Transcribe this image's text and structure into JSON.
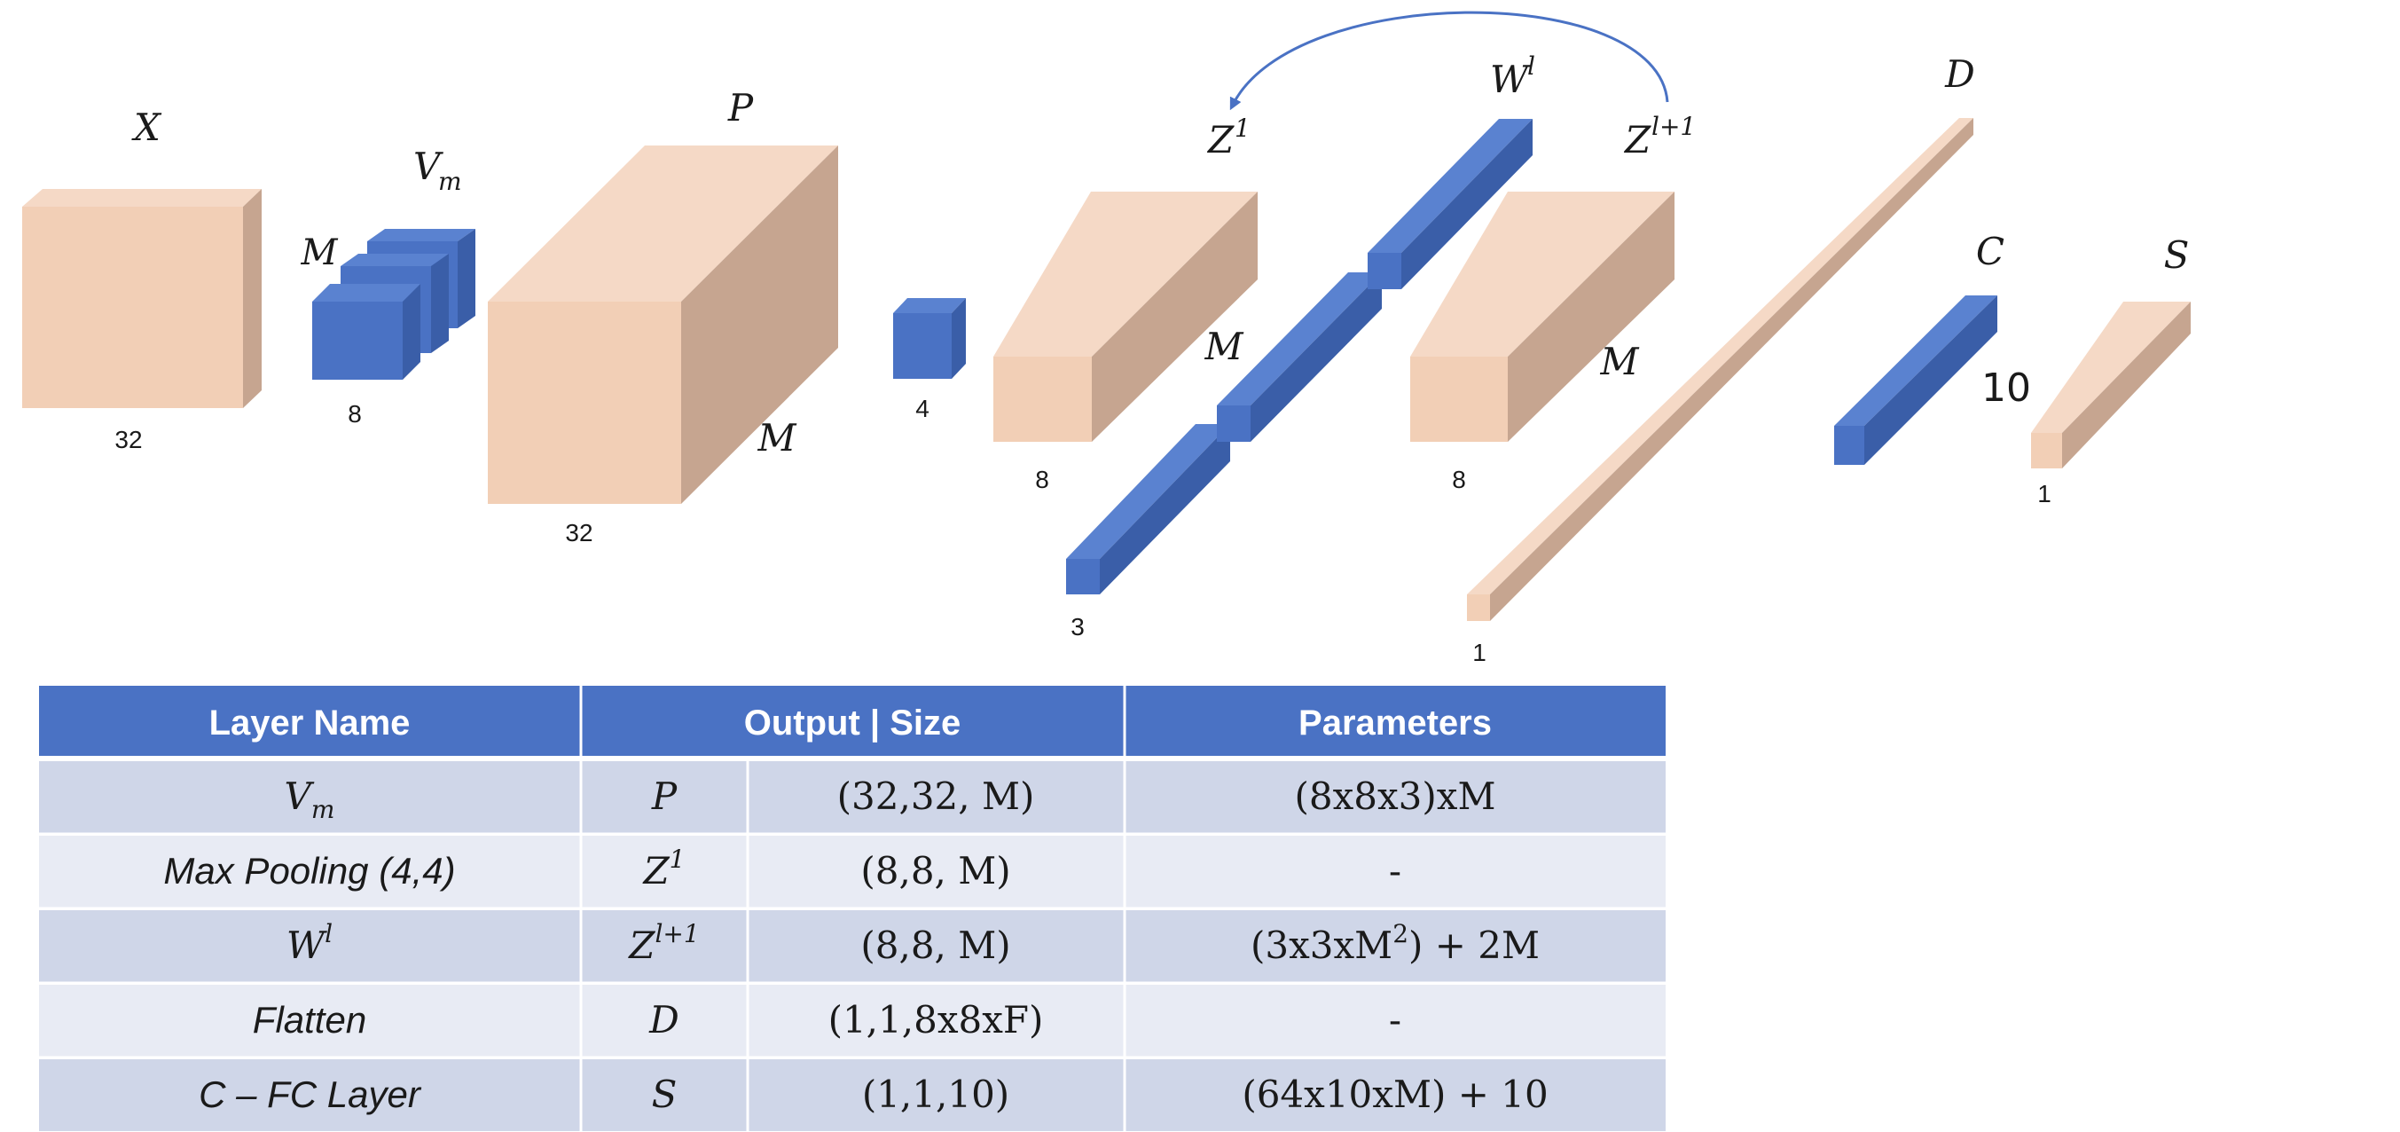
{
  "colors": {
    "peach_front": "#f2cfb6",
    "peach_top": "#f5d9c6",
    "peach_side": "#c6a590",
    "blue_front": "#4a72c4",
    "blue_top": "#5a82d0",
    "blue_side": "#3a5ea8",
    "header_fill": "#4a72c4",
    "row_dark": "#cfd6e8",
    "row_light": "#e8ebf4",
    "arrow": "#4a72c4"
  },
  "diagram": {
    "x_block": {
      "label": "X",
      "size_label": "32"
    },
    "vm_filters": {
      "label": "V",
      "label_sub": "m",
      "depth_label": "M",
      "size_label": "8"
    },
    "p_block": {
      "label": "P",
      "depth_label": "M",
      "size_label": "32"
    },
    "pool_kernel": {
      "size_label": "4"
    },
    "z1_block": {
      "label": "Z",
      "label_sup": "1",
      "depth_label": "M",
      "size_label": "8"
    },
    "wl_kernel": {
      "label": "W",
      "label_sup": "l",
      "size_label": "3"
    },
    "zl1_block": {
      "label": "Z",
      "label_sup": "l+1",
      "depth_label": "M",
      "size_label": "8"
    },
    "d_vector": {
      "label": "D",
      "size_label": "1"
    },
    "c_vector": {
      "label": "C",
      "size_label": "10"
    },
    "s_vector": {
      "label": "S",
      "size_label": "1"
    }
  },
  "table": {
    "headers": [
      "Layer Name",
      "Output | Size",
      "Parameters"
    ],
    "rows": [
      {
        "layer": "V",
        "layer_sub": "m",
        "output": "P",
        "output_sup": "",
        "size": "(32,32, M)",
        "params": "(8x8x3)xM"
      },
      {
        "layer": "Max Pooling (4,4)",
        "layer_sub": "",
        "output": "Z",
        "output_sup": "1",
        "size": "(8,8, M)",
        "params": "-"
      },
      {
        "layer": "W",
        "layer_sup": "l",
        "output": "Z",
        "output_sup": "l+1",
        "size": "(8,8, M)",
        "params": "(3x3xM",
        "params_sup": "2",
        "params_tail": ") + 2M"
      },
      {
        "layer": "Flatten",
        "layer_sub": "",
        "output": "D",
        "output_sup": "",
        "size": "(1,1,8x8xF)",
        "params": "-"
      },
      {
        "layer": "C – FC Layer",
        "layer_sub": "",
        "output": "S",
        "output_sup": "",
        "size": "(1,1,10)",
        "params": "(64x10xM) + 10"
      }
    ]
  }
}
